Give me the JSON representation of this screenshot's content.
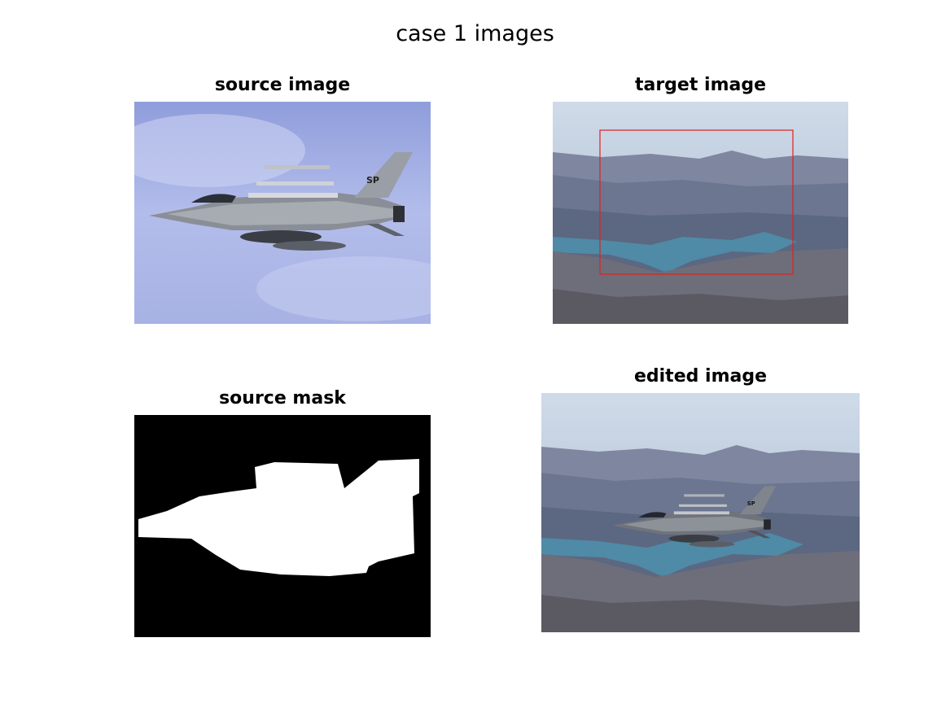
{
  "figure": {
    "title": "case 1 images"
  },
  "panels": {
    "source_image": {
      "title": "source image"
    },
    "target_image": {
      "title": "target image"
    },
    "source_mask": {
      "title": "source mask"
    },
    "edited_image": {
      "title": "edited image"
    }
  },
  "colors": {
    "background": "#ffffff",
    "selection_rect": "#e02020",
    "mask_foreground": "#ffffff",
    "mask_background": "#000000",
    "sky_blue": "#a9b4e6",
    "lake": "#4f8aa6"
  },
  "icons": {
    "jet": "fighter-jet-illustration",
    "landscape": "mountain-lake-illustration"
  }
}
